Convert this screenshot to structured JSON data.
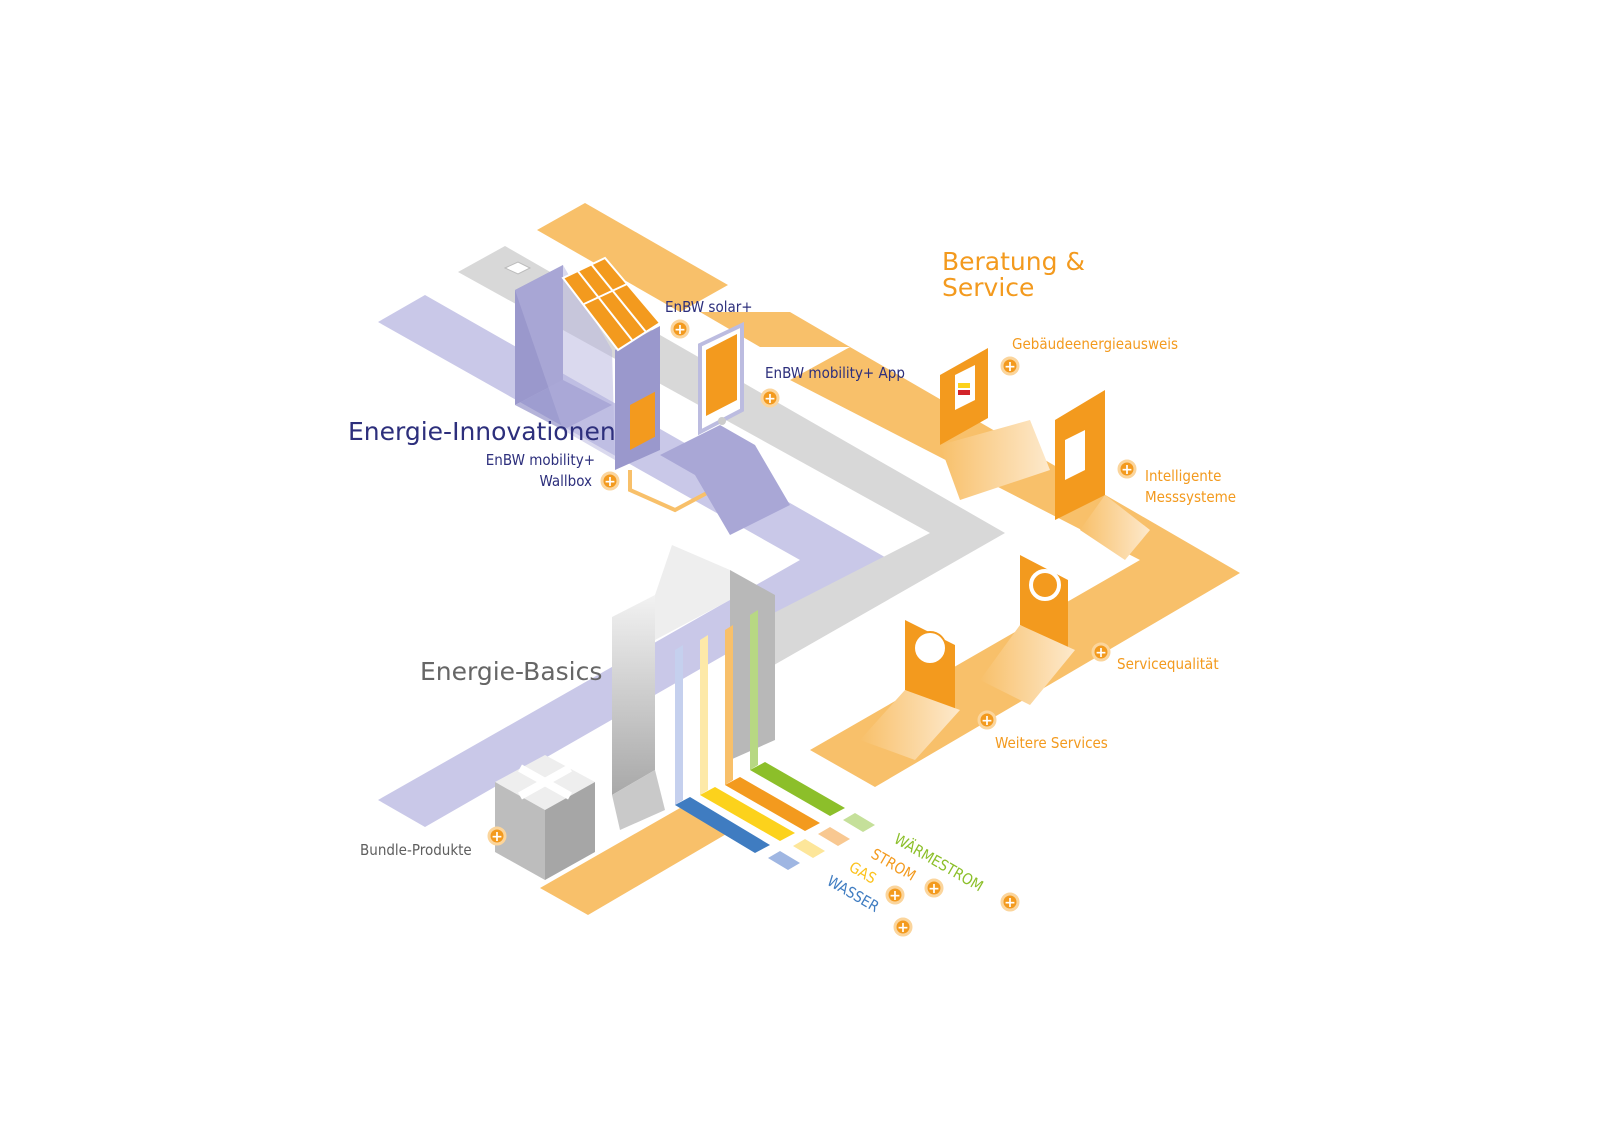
{
  "sections": {
    "innovations": {
      "title": "Energie-Innovationen"
    },
    "basics": {
      "title": "Energie-Basics"
    },
    "service": {
      "title_line1": "Beratung &",
      "title_line2": "Service"
    }
  },
  "items": {
    "solar": "EnBW solar+",
    "app": "EnBW mobility+ App",
    "wallbox_line1": "EnBW mobility+",
    "wallbox_line2": "Wallbox",
    "gebaeude": "Gebäudeenergieausweis",
    "mess_line1": "Intelligente",
    "mess_line2": "Messsysteme",
    "servicequal": "Servicequalität",
    "weitere": "Weitere Services",
    "bundle": "Bundle-Produkte",
    "waermestrom": "WÄRMESTROM",
    "strom": "STROM",
    "gas": "GAS",
    "wasser": "WASSER",
    "plus": "+"
  },
  "colors": {
    "orange": "#f39a1e",
    "light_orange": "#f8c06a",
    "lavender": "#c9c8e8",
    "purple": "#9a98cc",
    "gray": "#d8d8d8",
    "navy": "#2d2f7c",
    "green": "#8cbf2a",
    "yellow": "#fcd21c",
    "blue": "#3f7cc1"
  }
}
